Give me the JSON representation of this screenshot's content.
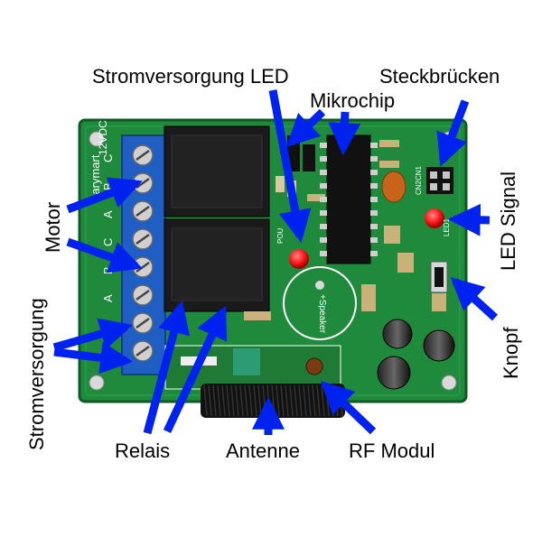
{
  "labels": {
    "power_led": "Stromversorgung LED",
    "jumpers": "Steckbrücken",
    "microchip": "Mikrochip",
    "led_signal": "LED Signal",
    "motor": "Motor",
    "power_supply": "Stromversorgung",
    "button": "Knopf",
    "relay": "Relais",
    "antenna": "Antenne",
    "rf_module": "RF Modul"
  },
  "board_markings": {
    "terminal_letters": [
      "C",
      "B",
      "A",
      "C",
      "B",
      "A"
    ],
    "brand": "Carymart",
    "speaker": "+Speaker",
    "voltage": "12VDC",
    "pou": "POU",
    "led1": "LED1",
    "cn": "CN2CN1"
  },
  "colors": {
    "board": "#1f8a3c",
    "terminal": "#1f5fc4",
    "relay": "#1a1a1a",
    "arrow": "#0022ee",
    "led": "#ff1a1a"
  }
}
